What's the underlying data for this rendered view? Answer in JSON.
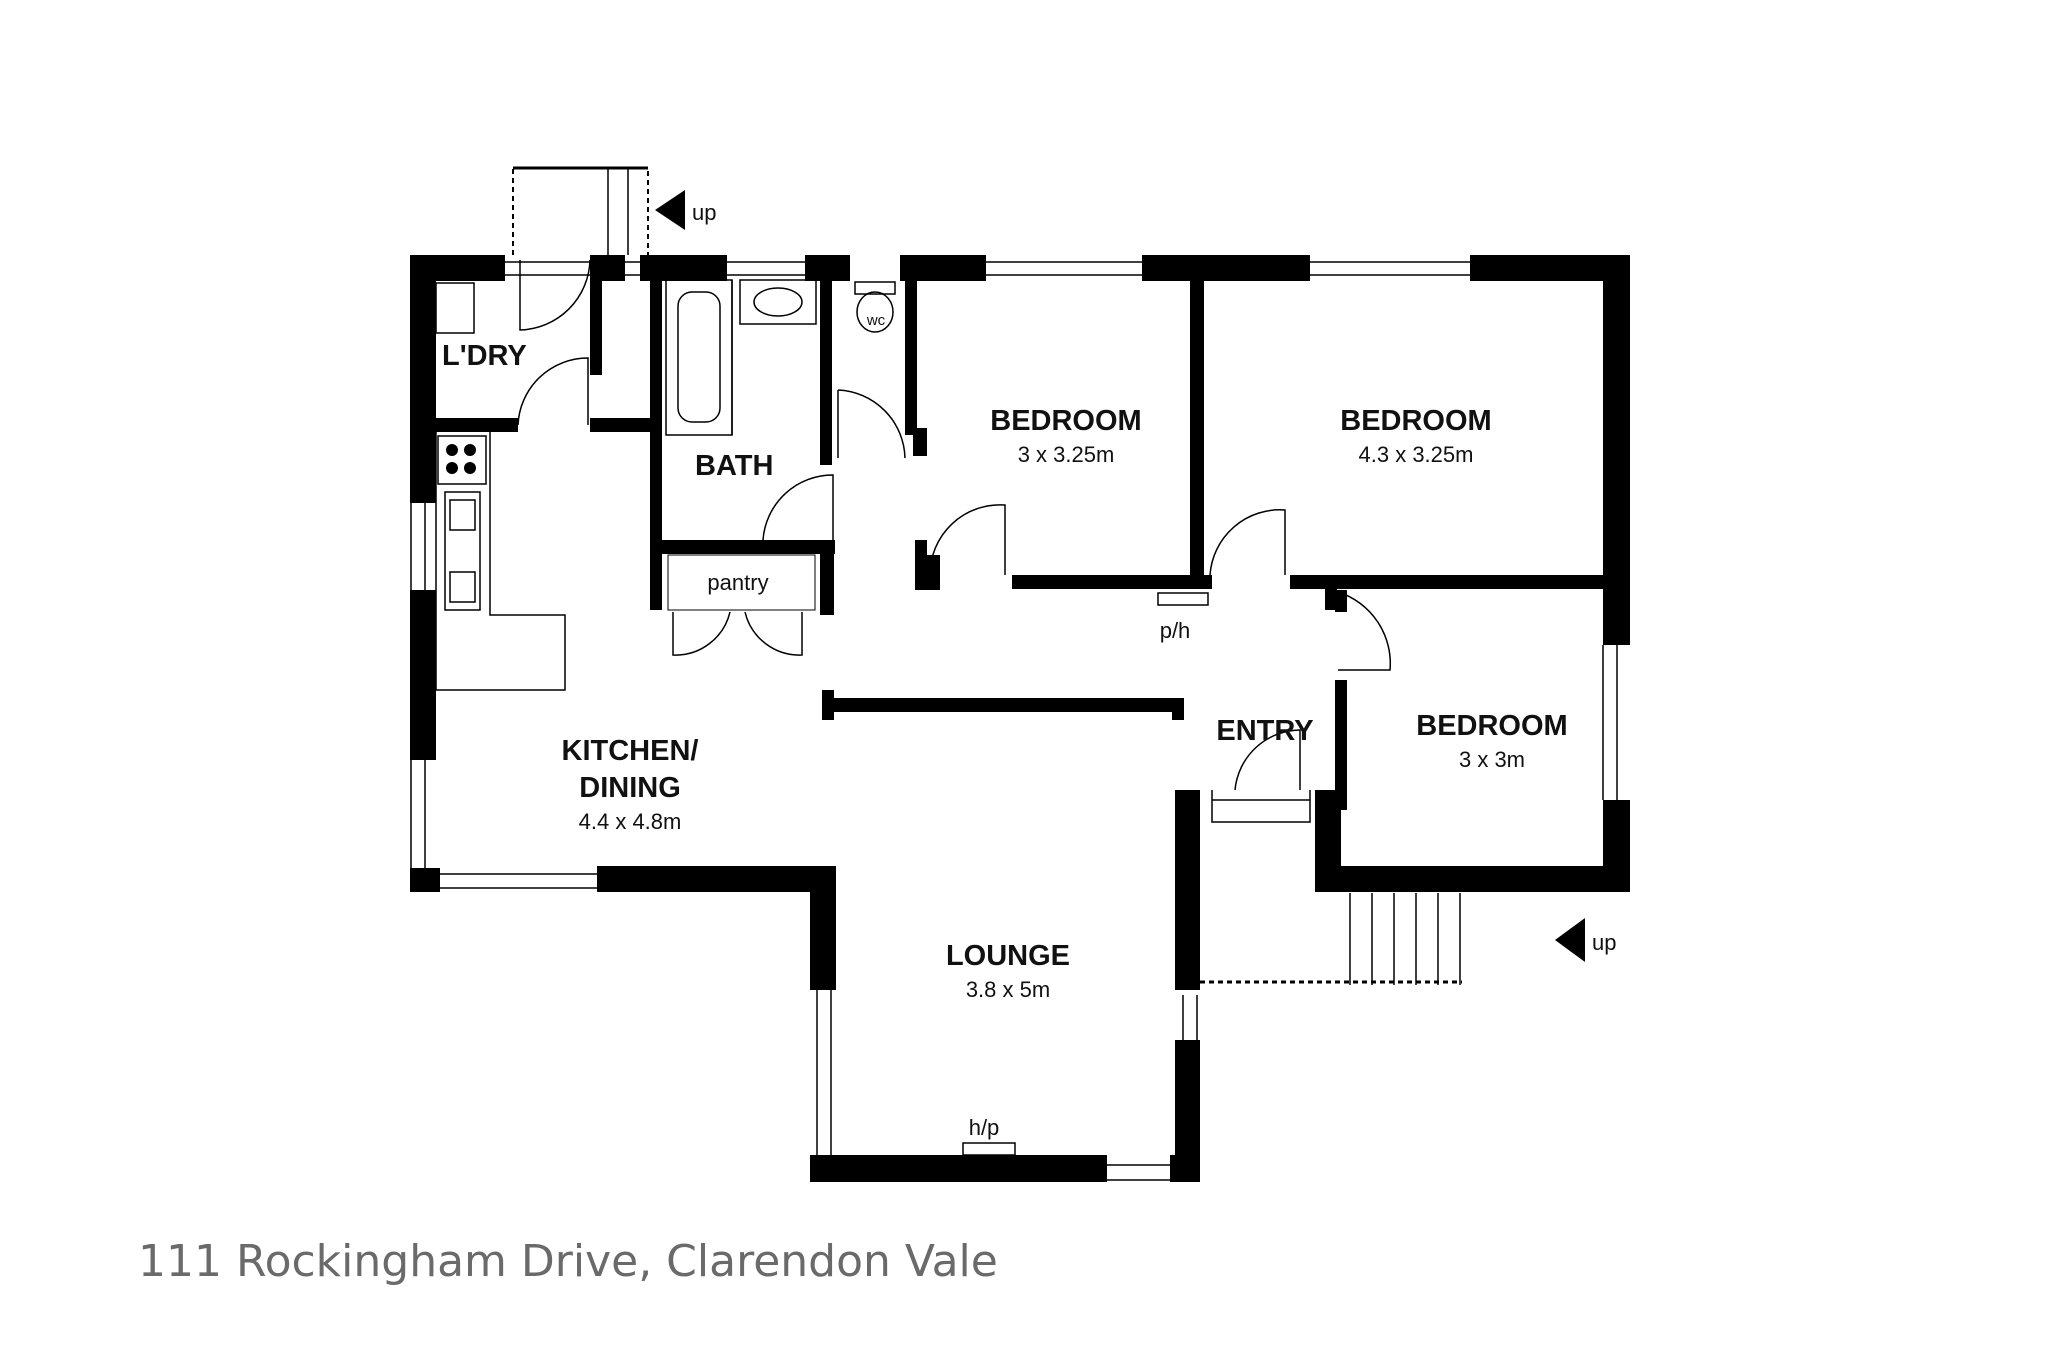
{
  "rooms": {
    "laundry": {
      "name": "L'DRY"
    },
    "bath": {
      "name": "BATH"
    },
    "pantry": {
      "name": "pantry"
    },
    "bedroom1": {
      "name": "BEDROOM",
      "dims": "3 x 3.25m"
    },
    "bedroom2": {
      "name": "BEDROOM",
      "dims": "4.3 x 3.25m"
    },
    "bedroom3": {
      "name": "BEDROOM",
      "dims": "3 x 3m"
    },
    "kitchen": {
      "name_line1": "KITCHEN/",
      "name_line2": "DINING",
      "dims": "4.4 x 4.8m"
    },
    "lounge": {
      "name": "LOUNGE",
      "dims": "3.8 x 5m"
    },
    "entry": {
      "name": "ENTRY"
    }
  },
  "fixtures": {
    "wc": "wc",
    "ph": "p/h",
    "hp": "h/p"
  },
  "stairs": {
    "rear_label": "up",
    "front_label": "up"
  },
  "caption": "111 Rockingham Drive, Clarendon Vale",
  "colors": {
    "wall": "#000000",
    "caption": "#6a6a6a",
    "background": "#ffffff"
  }
}
